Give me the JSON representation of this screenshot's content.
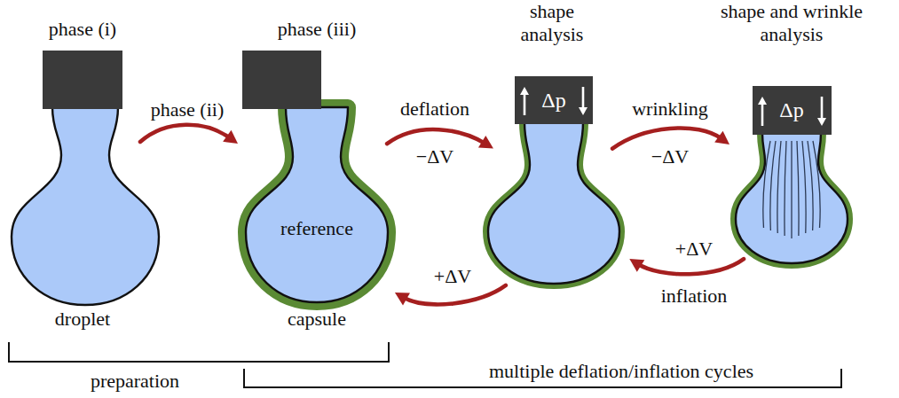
{
  "diagram": {
    "nodes": [
      {
        "text": [
          "phase (i)",
          "droplet"
        ]
      },
      {
        "text": [
          "phase (iii)",
          "reference",
          "capsule"
        ]
      },
      {
        "text": [
          "shape analysis",
          "Δp"
        ]
      },
      {
        "text": [
          "shape and wrinkle analysis",
          "Δp"
        ]
      }
    ],
    "edges": [
      {
        "from": 0,
        "to": 1,
        "arrow": "to",
        "label": "phase (ii)"
      },
      {
        "from": 1,
        "to": 2,
        "arrow": "to",
        "label": "deflation"
      },
      {
        "from": 2,
        "to": 3,
        "arrow": "to",
        "label": "wrinkling"
      },
      {
        "from": 3,
        "to": 2,
        "arrow": "to",
        "label": "inflation"
      },
      {
        "from": 2,
        "to": 1,
        "arrow": "to"
      }
    ],
    "labels": [
      "−ΔV",
      "−ΔV",
      "+ΔV",
      "+ΔV",
      "preparation",
      "multiple deflation/inflation cycles"
    ]
  }
}
